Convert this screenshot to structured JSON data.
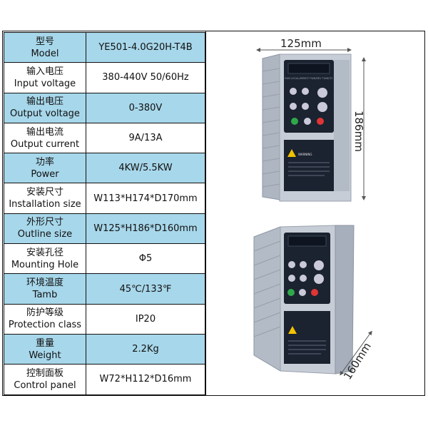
{
  "specs": [
    {
      "zh": "型号",
      "en": "Model",
      "value": "YE501-4.0G20H-T4B",
      "blue": true
    },
    {
      "zh": "输入电压",
      "en": "Input voltage",
      "value": "380-440V 50/60Hz",
      "blue": false
    },
    {
      "zh": "输出电压",
      "en": "Output voltage",
      "value": "0-380V",
      "blue": true
    },
    {
      "zh": "输出电流",
      "en": "Output current",
      "value": "9A/13A",
      "blue": false
    },
    {
      "zh": "功率",
      "en": "Power",
      "value": "4KW/5.5KW",
      "blue": true
    },
    {
      "zh": "安装尺寸",
      "en": "Installation size",
      "value": "W113*H174*D170mm",
      "blue": false
    },
    {
      "zh": "外形尺寸",
      "en": "Outline size",
      "value": "W125*H186*D160mm",
      "blue": true
    },
    {
      "zh": "安装孔径",
      "en": "Mounting Hole",
      "value": "Φ5",
      "blue": false
    },
    {
      "zh": "环境温度",
      "en": "Tamb",
      "value": "45℃/133℉",
      "blue": true
    },
    {
      "zh": "防护等级",
      "en": "Protection class",
      "value": "IP20",
      "blue": false
    },
    {
      "zh": "重量",
      "en": "Weight",
      "value": "2.2Kg",
      "blue": true
    },
    {
      "zh": "控制面板",
      "en": "Control panel",
      "value": "W72*H112*D16mm",
      "blue": false
    }
  ],
  "dimensions": {
    "width": "125mm",
    "height": "186mm",
    "depth": "160mm"
  },
  "colors": {
    "row_blue": "#a7d7ea",
    "device_body": "#c7cdd6",
    "panel_dark": "#1b2230",
    "accent_yellow": "#f2c200"
  },
  "device_panel": {
    "warning_label": "WARNING"
  }
}
